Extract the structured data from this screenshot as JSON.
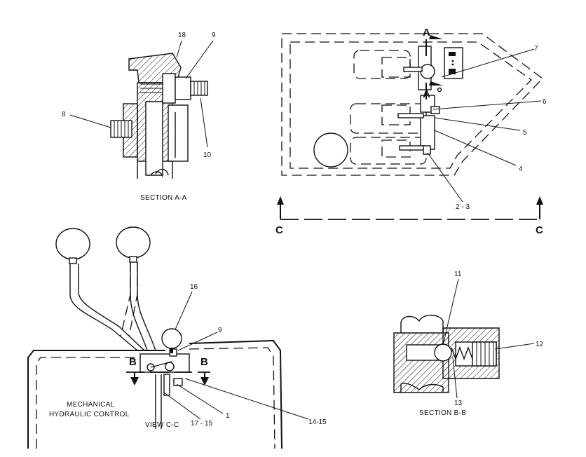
{
  "sections": {
    "section_a": {
      "caption": "SECTION  A-A",
      "callouts": {
        "c18": "18",
        "c9": "9",
        "c8": "8",
        "c10": "10"
      }
    },
    "top_view": {
      "cut_a": "A",
      "cut_c": "C",
      "callouts": {
        "c7": "7",
        "c6": "6",
        "c5": "5",
        "c4": "4",
        "c2_3": "2 - 3"
      }
    },
    "view_c": {
      "caption": "VIEW  C-C",
      "label_line1": "MECHANICAL",
      "label_line2": "HYDRAULIC  CONTROL",
      "cut_b": "B",
      "callouts": {
        "c16": "16",
        "c9": "9",
        "c1": "1",
        "c17_15": "17 - 15",
        "c14_15": "14-15"
      }
    },
    "section_b": {
      "caption": "SECTION  B-B",
      "callouts": {
        "c11": "11",
        "c12": "12",
        "c13": "13"
      }
    }
  }
}
